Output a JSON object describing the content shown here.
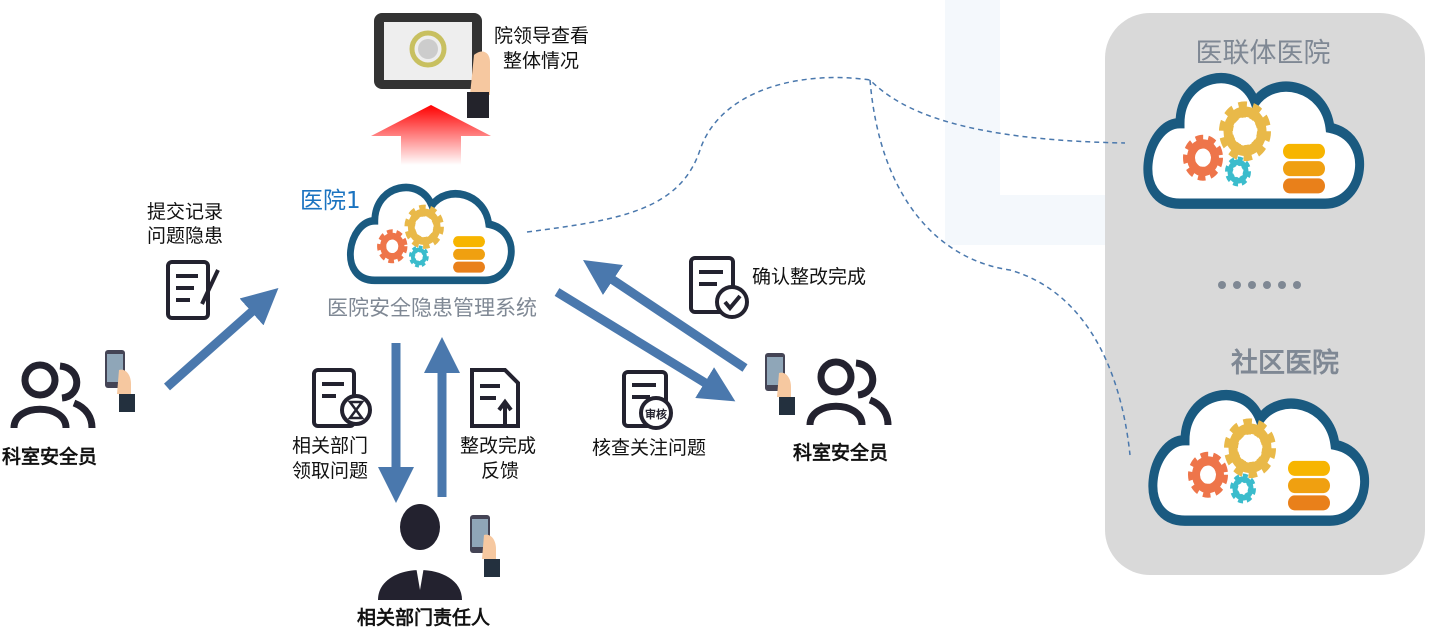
{
  "leader": {
    "label_line1": "院领导查看",
    "label_line2": "整体情况"
  },
  "hospital": {
    "name": "医院1",
    "system_name": "医院安全隐患管理系统"
  },
  "left_actor": {
    "label": "科室安全员"
  },
  "right_actor": {
    "label": "科室安全员"
  },
  "bottom_actor": {
    "label": "相关部门责任人"
  },
  "steps": {
    "submit_line1": "提交记录",
    "submit_line2": "问题隐患",
    "claim_line1": "相关部门",
    "claim_line2": "领取问题",
    "feedback_line1": "整改完成",
    "feedback_line2": "反馈",
    "review": "核查关注问题",
    "review_badge": "审核",
    "confirm": "确认整改完成"
  },
  "network": {
    "alliance": "医联体医院",
    "community": "社区医院"
  },
  "colors": {
    "cloud_border": "#1a5a80",
    "arrow": "#4a78ad",
    "panel": "#d9d9d9",
    "accent": "#1a73c0"
  }
}
